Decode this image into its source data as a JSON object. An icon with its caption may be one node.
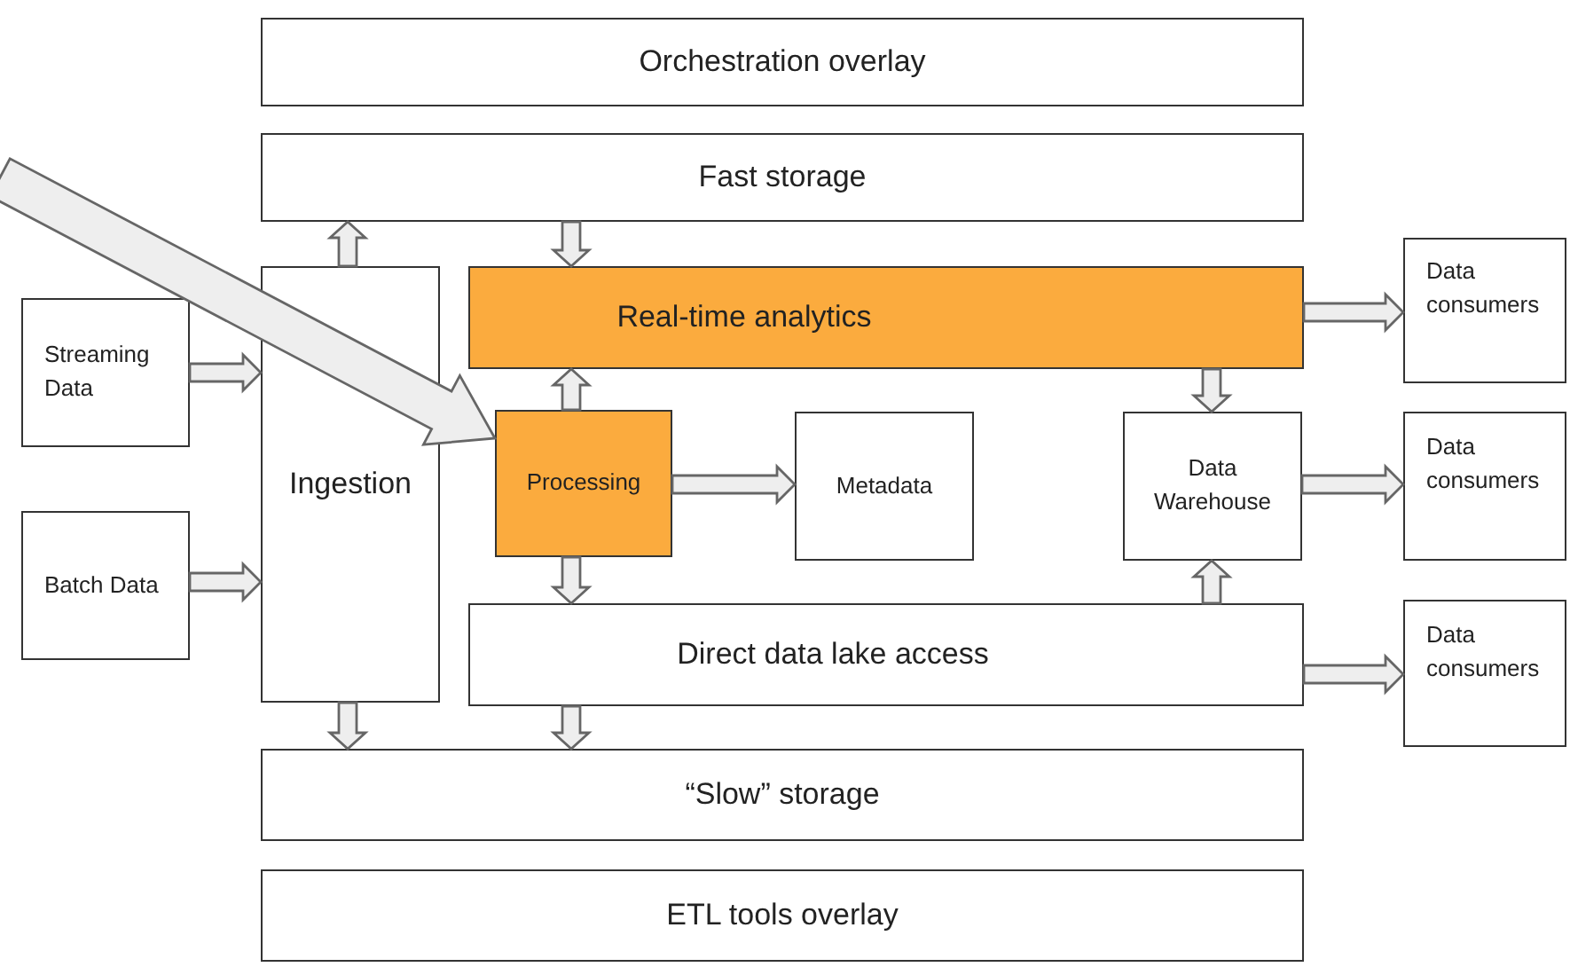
{
  "diagram": {
    "nodes": [
      {
        "text": [
          "Orchestration overlay"
        ]
      },
      {
        "text": [
          "Fast storage"
        ]
      },
      {
        "text": [
          "Streaming Data"
        ]
      },
      {
        "text": [
          "Batch Data"
        ]
      },
      {
        "text": [
          "Ingestion"
        ]
      },
      {
        "text": [
          "Real-time analytics"
        ]
      },
      {
        "text": [
          "Processing"
        ]
      },
      {
        "text": [
          "Metadata"
        ]
      },
      {
        "text": [
          "Data Warehouse"
        ]
      },
      {
        "text": [
          "Direct data lake access"
        ]
      },
      {
        "text": [
          "“Slow” storage"
        ]
      },
      {
        "text": [
          "ETL tools overlay"
        ]
      },
      {
        "text": [
          "Data consumers"
        ]
      },
      {
        "text": [
          "Data consumers"
        ]
      },
      {
        "text": [
          "Data consumers"
        ]
      }
    ],
    "edges": [
      {
        "from": null,
        "to": 6,
        "arrow": "to",
        "style": "thick"
      },
      {
        "from": 4,
        "to": 1,
        "arrow": "to"
      },
      {
        "from": 1,
        "to": 5,
        "arrow": "to"
      },
      {
        "from": 2,
        "to": 4,
        "arrow": "to"
      },
      {
        "from": 3,
        "to": 4,
        "arrow": "to"
      },
      {
        "from": 6,
        "to": 5,
        "arrow": "to"
      },
      {
        "from": 6,
        "to": 7,
        "arrow": "to"
      },
      {
        "from": 6,
        "to": 9,
        "arrow": "to"
      },
      {
        "from": 5,
        "to": 8,
        "arrow": "to"
      },
      {
        "from": 9,
        "to": 8,
        "arrow": "to"
      },
      {
        "from": 5,
        "to": 12,
        "arrow": "to"
      },
      {
        "from": 8,
        "to": 13,
        "arrow": "to"
      },
      {
        "from": 9,
        "to": 14,
        "arrow": "to"
      },
      {
        "from": 4,
        "to": 10,
        "arrow": "to"
      },
      {
        "from": 9,
        "to": 10,
        "arrow": "to"
      }
    ]
  }
}
